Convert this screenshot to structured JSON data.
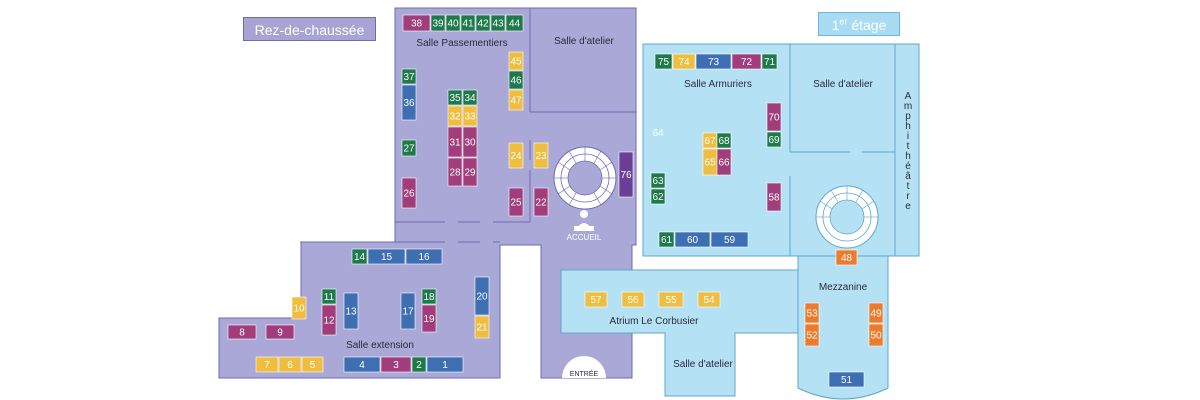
{
  "colors": {
    "ground_floor": "#aaa8d6",
    "ground_stroke": "#6e6ab0",
    "first_floor": "#b5e1f4",
    "first_stroke": "#5fa6c8",
    "green": "#1e7a4a",
    "blue": "#3e6fb3",
    "magenta": "#a03d7a",
    "yellow": "#efbd3f",
    "orange": "#ee7b2c",
    "purple": "#6a3f98"
  },
  "floors": {
    "ground": {
      "label": "Rez-de-chaussée"
    },
    "first": {
      "label_main": "1",
      "label_sup": "er",
      "label_rest": " étage"
    }
  },
  "rooms": {
    "passementiers": "Salle Passementiers",
    "atelier_rdc": "Salle d'atelier",
    "extension": "Salle extension",
    "armuriers": "Salle Armuriers",
    "atelier_1er_top": "Salle d'atelier",
    "atrium": "Atrium Le Corbusier",
    "atelier_1er_bottom": "Salle d'atelier",
    "mezzanine": "Mezzanine",
    "amphitheatre": [
      "A",
      "m",
      "p",
      "h",
      "i",
      "t",
      "h",
      "é",
      "â",
      "t",
      "r",
      "e"
    ],
    "accueil": "ACCUEIL",
    "entree": "ENTRÉE",
    "free_64": "64"
  },
  "stands": [
    {
      "id": "38",
      "color": "magenta"
    },
    {
      "id": "39",
      "color": "green"
    },
    {
      "id": "40",
      "color": "green"
    },
    {
      "id": "41",
      "color": "green"
    },
    {
      "id": "42",
      "color": "green"
    },
    {
      "id": "43",
      "color": "green"
    },
    {
      "id": "44",
      "color": "green"
    },
    {
      "id": "45",
      "color": "yellow"
    },
    {
      "id": "46",
      "color": "green"
    },
    {
      "id": "47",
      "color": "yellow"
    },
    {
      "id": "37",
      "color": "green"
    },
    {
      "id": "36",
      "color": "blue"
    },
    {
      "id": "35",
      "color": "green"
    },
    {
      "id": "34",
      "color": "green"
    },
    {
      "id": "32",
      "color": "yellow"
    },
    {
      "id": "33",
      "color": "yellow"
    },
    {
      "id": "31",
      "color": "magenta"
    },
    {
      "id": "30",
      "color": "magenta"
    },
    {
      "id": "28",
      "color": "magenta"
    },
    {
      "id": "29",
      "color": "magenta"
    },
    {
      "id": "27",
      "color": "green"
    },
    {
      "id": "26",
      "color": "magenta"
    },
    {
      "id": "24",
      "color": "yellow"
    },
    {
      "id": "23",
      "color": "yellow"
    },
    {
      "id": "25",
      "color": "magenta"
    },
    {
      "id": "22",
      "color": "magenta"
    },
    {
      "id": "76",
      "color": "purple"
    },
    {
      "id": "14",
      "color": "green"
    },
    {
      "id": "15",
      "color": "blue"
    },
    {
      "id": "16",
      "color": "blue"
    },
    {
      "id": "11",
      "color": "green"
    },
    {
      "id": "12",
      "color": "magenta"
    },
    {
      "id": "13",
      "color": "blue"
    },
    {
      "id": "10",
      "color": "yellow"
    },
    {
      "id": "17",
      "color": "blue"
    },
    {
      "id": "18",
      "color": "green"
    },
    {
      "id": "19",
      "color": "magenta"
    },
    {
      "id": "20",
      "color": "blue"
    },
    {
      "id": "21",
      "color": "yellow"
    },
    {
      "id": "8",
      "color": "magenta"
    },
    {
      "id": "9",
      "color": "magenta"
    },
    {
      "id": "7",
      "color": "yellow"
    },
    {
      "id": "6",
      "color": "yellow"
    },
    {
      "id": "5",
      "color": "yellow"
    },
    {
      "id": "4",
      "color": "blue"
    },
    {
      "id": "3",
      "color": "magenta"
    },
    {
      "id": "2",
      "color": "green"
    },
    {
      "id": "1",
      "color": "blue"
    },
    {
      "id": "75",
      "color": "green"
    },
    {
      "id": "74",
      "color": "yellow"
    },
    {
      "id": "73",
      "color": "blue"
    },
    {
      "id": "72",
      "color": "magenta"
    },
    {
      "id": "71",
      "color": "green"
    },
    {
      "id": "70",
      "color": "magenta"
    },
    {
      "id": "69",
      "color": "green"
    },
    {
      "id": "67",
      "color": "yellow"
    },
    {
      "id": "68",
      "color": "green"
    },
    {
      "id": "65",
      "color": "yellow"
    },
    {
      "id": "66",
      "color": "magenta"
    },
    {
      "id": "63",
      "color": "green"
    },
    {
      "id": "62",
      "color": "green"
    },
    {
      "id": "58",
      "color": "magenta"
    },
    {
      "id": "61",
      "color": "green"
    },
    {
      "id": "60",
      "color": "blue"
    },
    {
      "id": "59",
      "color": "blue"
    },
    {
      "id": "48",
      "color": "orange"
    },
    {
      "id": "57",
      "color": "yellow"
    },
    {
      "id": "56",
      "color": "yellow"
    },
    {
      "id": "55",
      "color": "yellow"
    },
    {
      "id": "54",
      "color": "yellow"
    },
    {
      "id": "53",
      "color": "orange"
    },
    {
      "id": "52",
      "color": "orange"
    },
    {
      "id": "49",
      "color": "orange"
    },
    {
      "id": "50",
      "color": "orange"
    },
    {
      "id": "51",
      "color": "blue"
    }
  ]
}
